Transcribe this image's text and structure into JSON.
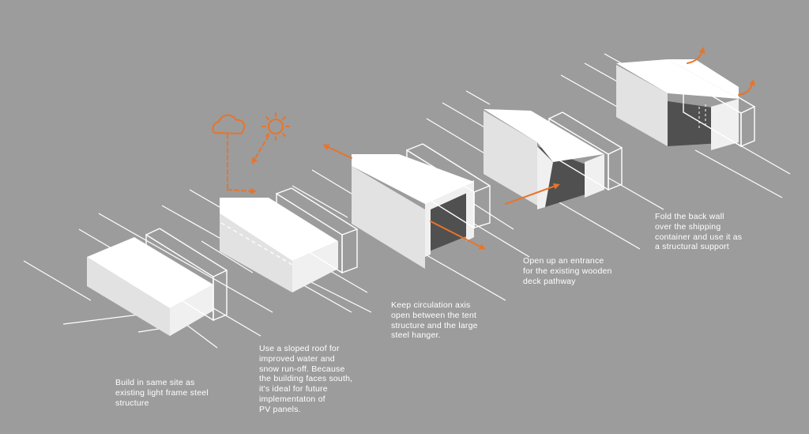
{
  "steps": [
    {
      "caption": "Build in same site as\nexisting light frame steel\nstructure"
    },
    {
      "caption": "Use a sloped roof for\nimproved water and\nsnow run-off. Because\nthe building faces south,\nit's ideal for future\nimplementaton of\nPV panels."
    },
    {
      "caption": "Keep circulation axis\nopen between the tent\nstructure and the large\nsteel hanger."
    },
    {
      "caption": "Open up an entrance\nfor the existing wooden\ndeck pathway"
    },
    {
      "caption": "Fold the back wall\nover the shipping\ncontainer and use it as\na structural support"
    }
  ],
  "icons": {
    "cloud": "cloud-icon",
    "sun": "sun-icon",
    "arrow": "arrow-icon"
  },
  "colors": {
    "background": "#9c9c9c",
    "accent": "#e8742a",
    "text": "#ffffff"
  }
}
